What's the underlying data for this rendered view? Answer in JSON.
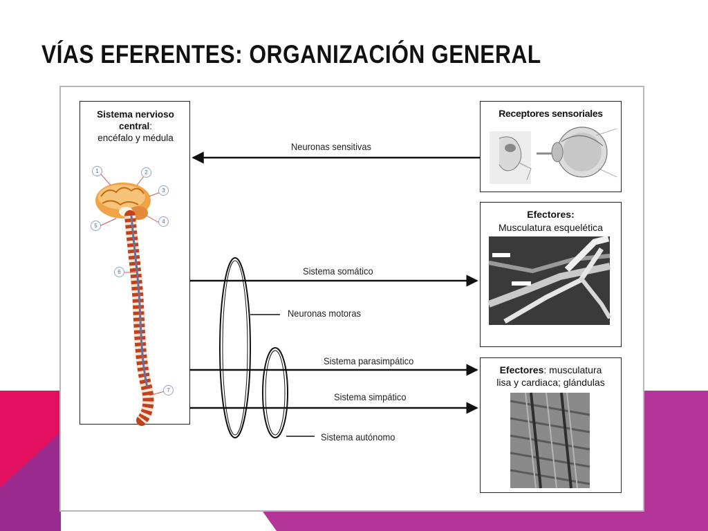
{
  "slide": {
    "title": "VÍAS EFERENTES: ORGANIZACIÓN GENERAL",
    "colors": {
      "accent_pink": "#e2105f",
      "accent_magenta": "#b3359a",
      "accent_purple": "#8a2a8f"
    }
  },
  "cns": {
    "title_line1": "Sistema nervioso",
    "title_line2": "central",
    "title_line2_suffix": ":",
    "subtitle": "encéfalo y médula",
    "markers": [
      "1",
      "2",
      "3",
      "4",
      "5",
      "6",
      "7"
    ]
  },
  "receptors": {
    "title": "Receptores sensoriales"
  },
  "effectors_skeletal": {
    "title": "Efectores:",
    "text": "Musculatura esquelética"
  },
  "effectors_smooth": {
    "title": "Efectores",
    "text_line1_suffix": ": musculatura",
    "text_line2": "lisa y cardiaca; glándulas"
  },
  "pathways": {
    "sensory": "Neuronas sensitivas",
    "somatic": "Sistema somático",
    "motor": "Neuronas motoras",
    "parasympathetic": "Sistema parasimpático",
    "sympathetic": "Sistema simpático",
    "autonomic": "Sistema autónomo"
  }
}
